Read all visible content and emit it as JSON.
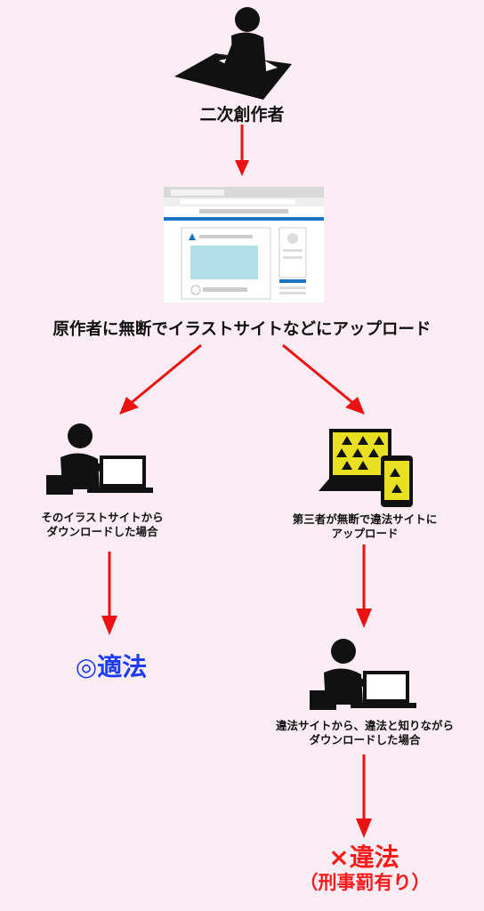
{
  "nodes": {
    "creator": {
      "label": "二次創作者"
    },
    "upload": {
      "label": "原作者に無断でイラストサイトなどにアップロード"
    },
    "left_case": {
      "line1": "そのイラストサイトから",
      "line2": "ダウンロードした場合"
    },
    "right_case": {
      "line1": "第三者が無断で違法サイトに",
      "line2": "アップロード"
    },
    "right_download": {
      "line1": "違法サイトから、違法と知りながら",
      "line2": "ダウンロードした場合"
    }
  },
  "results": {
    "legal": {
      "label": "◎適法"
    },
    "illegal": {
      "label": "×違法",
      "sub": "（刑事罰有り）"
    }
  },
  "colors": {
    "arrow": "#ee1111",
    "legal": "#1a3cff",
    "illegal": "#ff1a1a",
    "background": "#fcedf5"
  },
  "icons": [
    "person-drawing-icon",
    "browser-page-icon",
    "person-laptop-icon",
    "warning-devices-icon"
  ]
}
